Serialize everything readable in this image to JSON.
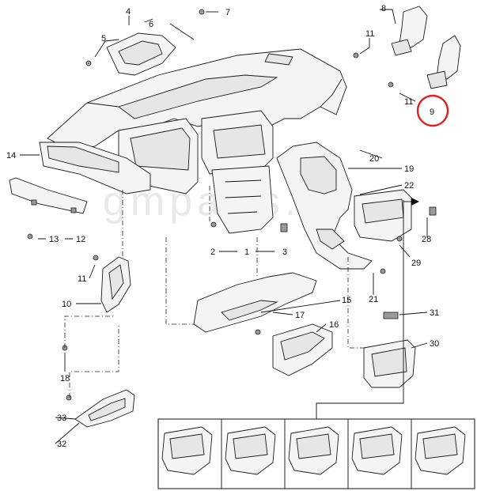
{
  "callouts": {
    "c1": "1",
    "c2": "2",
    "c3": "3",
    "c4": "4",
    "c5": "5",
    "c6": "6",
    "c7": "7",
    "c8": "8",
    "c9": "9",
    "c10": "10",
    "c11a": "11",
    "c11b": "11",
    "c11c": "11",
    "c12": "12",
    "c13": "13",
    "c14": "14",
    "c15": "15",
    "c16": "16",
    "c17": "17",
    "c18": "18",
    "c19": "19",
    "c20": "20",
    "c21": "21",
    "c22": "22",
    "c28": "28",
    "c29": "29",
    "c30": "30",
    "c31": "31",
    "c32": "32",
    "c33": "33"
  },
  "watermark": "gmparts.ru",
  "highlight": {
    "label": "9",
    "color": "#e0201c"
  },
  "colors": {
    "line": "#111111",
    "fill": "#f4f4f4",
    "highlight": "#e0201c"
  },
  "variants_count": 5
}
